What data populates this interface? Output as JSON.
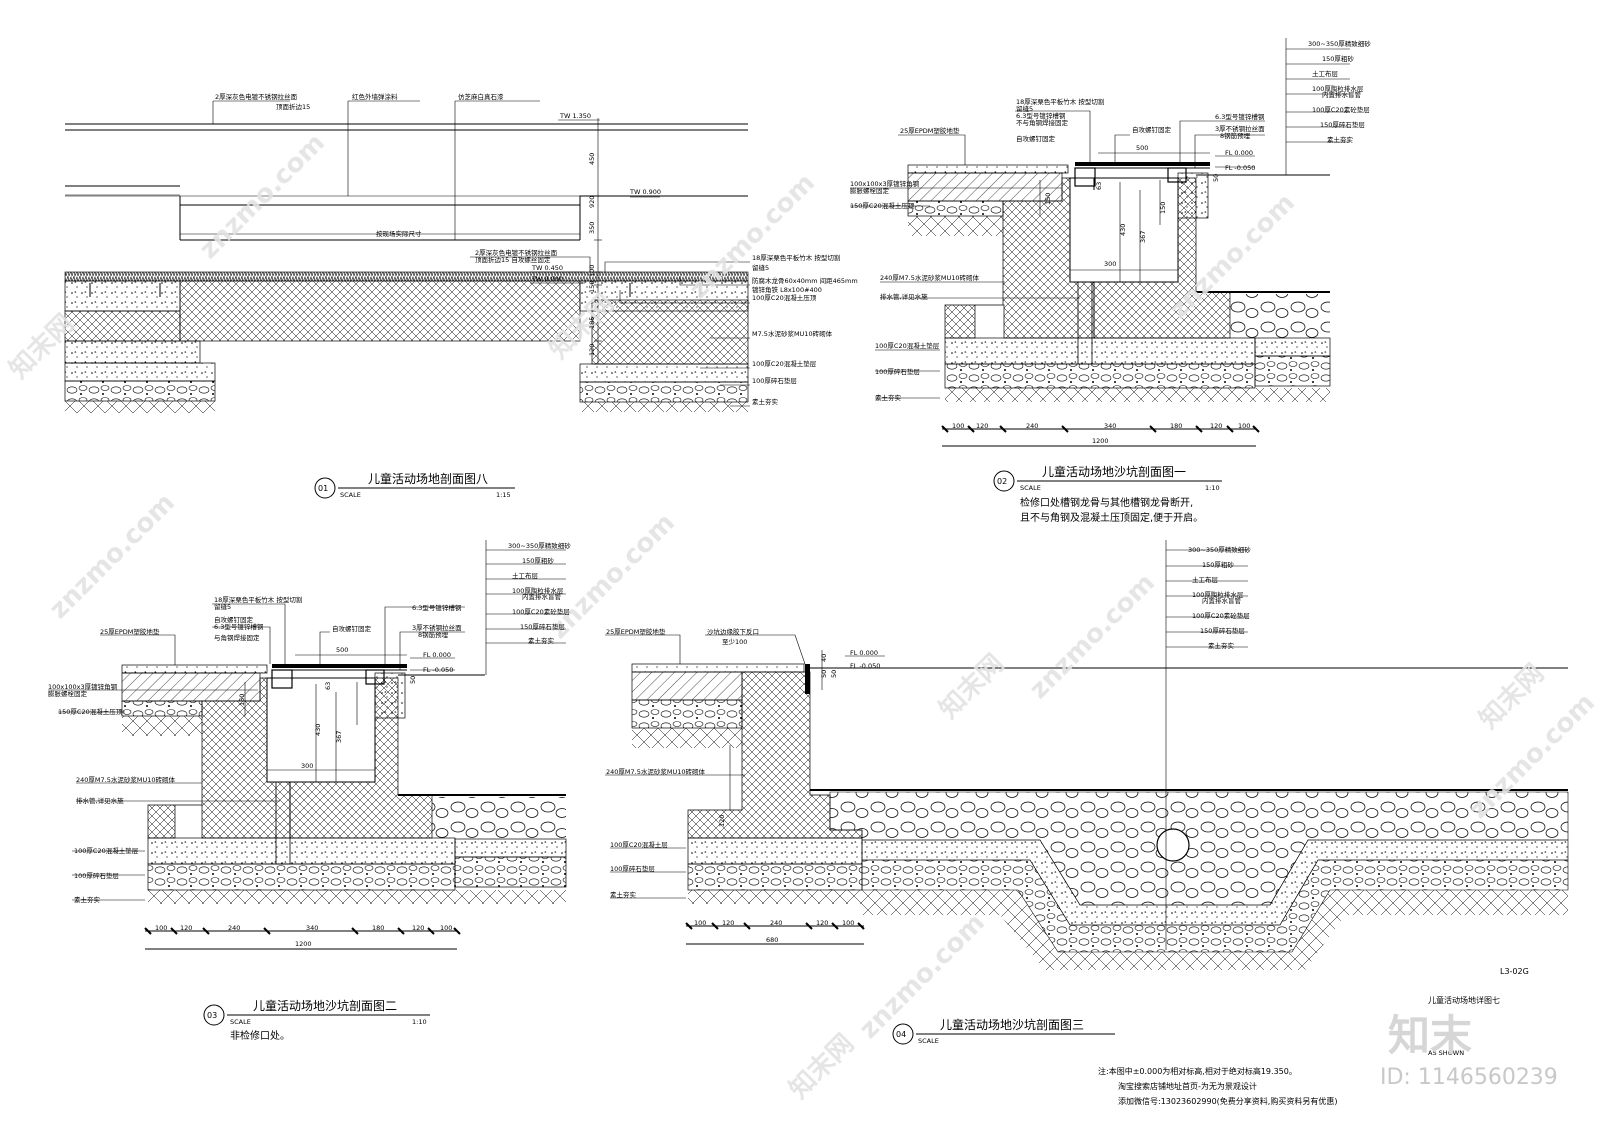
{
  "watermark": {
    "site": "znzmo.com",
    "brand_cn": "知末网",
    "logo_text": "知末",
    "id_label": "ID: 1146560239"
  },
  "drawing": {
    "sheet_no": "L3-02G",
    "sheet_title": "儿童活动场地详图七",
    "as_shown": "AS SHOWN"
  },
  "sections": [
    {
      "number": "01",
      "title": "儿童活动场地剖面图八",
      "scale_label": "SCALE",
      "scale": "1:15",
      "notes": [],
      "labels": [
        "2厚深灰色电镀不锈钢拉丝面",
        "顶面折边15",
        "红色外墙弹涂料",
        "仿芝麻白真石漆",
        "按现场实际尺寸",
        "2厚深灰色电镀不锈钢拉丝面",
        "顶面折边15  自攻螺丝固定",
        "18厚深栗色平板竹木  按型切割",
        "留缝5",
        "防腐木龙骨60x40mm  间距465mm",
        "镀锌角铁  L8x100#400",
        "100厚C20混凝土压顶",
        "M7.5水泥砂浆MU10砖砌体",
        "100厚C20混凝土垫层",
        "100厚碎石垫层",
        "素土夯实"
      ],
      "elevations": [
        "TW 1.350",
        "TW 0.900",
        "TW 0.450",
        "TW 0.000"
      ],
      "dims": [
        "450",
        "920",
        "350",
        "100",
        "150",
        "185",
        "120"
      ]
    },
    {
      "number": "02",
      "title": "儿童活动场地沙坑剖面图一",
      "scale_label": "SCALE",
      "scale": "1:10",
      "notes": [
        "检修口处槽钢龙骨与其他槽钢龙骨断开,",
        "且不与角钢及混凝土压顶固定,便于开启。"
      ],
      "labels": [
        "18厚深栗色平板竹木  按型切割",
        "留缝5",
        "6.3型号镀锌槽钢",
        "不与角钢焊接固定",
        "自攻螺钉固定",
        "25厚EPDM塑胶地垫",
        "自攻螺钉固定",
        "6.3型号镀锌槽钢",
        "3厚不锈钢拉丝面",
        "8钢筋预埋",
        "100x100x3厚镀锌角钢",
        "膨胀螺栓固定",
        "150厚C20混凝土压顶",
        "240厚M7.5水泥砂浆MU10砖砌体",
        "排水管,详见水施",
        "100厚C20混凝土垫层",
        "100厚碎石垫层",
        "素土夯实",
        "300~350厚精致细砂",
        "150厚粗砂",
        "土工布层",
        "100厚陶粒排水层",
        "内置排水盲管",
        "100厚C20素砼垫层",
        "150厚碎石垫层",
        "素土夯实"
      ],
      "elevations": [
        "FL 0.000",
        "FL -0.050"
      ],
      "dims": [
        "500",
        "63",
        "150",
        "430",
        "367",
        "300",
        "150",
        "50"
      ],
      "bottom_dims": [
        "100",
        "120",
        "240",
        "340",
        "180",
        "120",
        "100"
      ],
      "total": "1200"
    },
    {
      "number": "03",
      "title": "儿童活动场地沙坑剖面图二",
      "scale_label": "SCALE",
      "scale": "1:10",
      "notes": [
        "非检修口处。"
      ],
      "labels": [
        "18厚深栗色平板竹木  按型切割",
        "留缝5",
        "自攻螺钉固定",
        "6.3型号镀锌槽钢",
        "与角钢焊接固定",
        "25厚EPDM塑胶地垫",
        "自攻螺钉固定",
        "6.3型号镀锌槽钢",
        "3厚不锈钢拉丝面",
        "8钢筋预埋",
        "100x100x3厚镀锌角钢",
        "膨胀螺栓固定",
        "150厚C20混凝土压顶",
        "240厚M7.5水泥砂浆MU10砖砌体",
        "排水管,详见水施",
        "100厚C20混凝土垫层",
        "100厚碎石垫层",
        "素土夯实",
        "300~350厚精致细砂",
        "150厚粗砂",
        "土工布层",
        "100厚陶粒排水层",
        "内置排水盲管",
        "100厚C20素砼垫层",
        "150厚碎石垫层",
        "素土夯实"
      ],
      "elevations": [
        "FL 0.000",
        "FL -0.050"
      ],
      "dims": [
        "500",
        "63",
        "150",
        "430",
        "367",
        "300",
        "50"
      ],
      "bottom_dims": [
        "100",
        "120",
        "240",
        "340",
        "180",
        "120",
        "100"
      ],
      "total": "1200"
    },
    {
      "number": "04",
      "title": "儿童活动场地沙坑剖面图三",
      "scale_label": "SCALE",
      "scale": "",
      "notes": [],
      "labels": [
        "25厚EPDM塑胶地垫",
        "沙坑边缘胶下反口",
        "至少100",
        "240厚M7.5水泥砂浆MU10砖砌体",
        "100厚C20混凝土层",
        "100厚碎石垫层",
        "素土夯实",
        "300~350厚精致细砂",
        "150厚粗砂",
        "土工布层",
        "100厚陶粒排水层",
        "内置排水盲管",
        "100厚C20素砼垫层",
        "150厚碎石垫层",
        "素土夯实"
      ],
      "elevations": [
        "FL 0.000",
        "FL -0.050"
      ],
      "dims": [
        "40",
        "50",
        "50",
        "120"
      ],
      "bottom_dims": [
        "100",
        "120",
        "240",
        "120",
        "100"
      ],
      "total": "680"
    }
  ],
  "footnote": [
    "注:本图中±0.000为相对标高,相对于绝对标高19.350。",
    "淘宝搜索店铺地址首页-为无为景观设计",
    "添加微信号:13023602990(免费分享资料,购买资料另有优惠)"
  ]
}
